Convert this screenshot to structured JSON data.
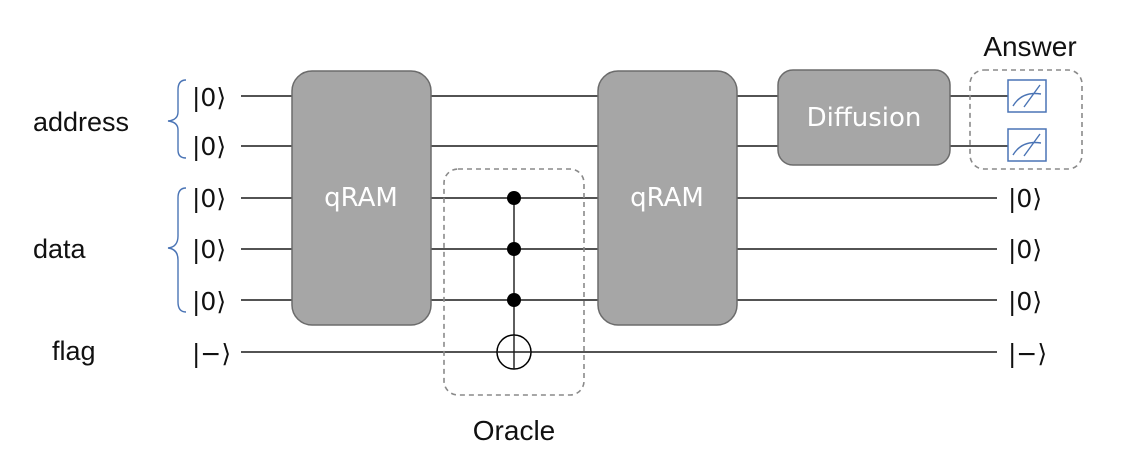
{
  "registers": {
    "address": "address",
    "data": "data",
    "flag": "flag"
  },
  "input_kets": [
    "|0⟩",
    "|0⟩",
    "|0⟩",
    "|0⟩",
    "|0⟩",
    "|−⟩"
  ],
  "output_kets": [
    "|0⟩",
    "|0⟩",
    "|0⟩",
    "|−⟩"
  ],
  "gates": {
    "qram_1": "qRAM",
    "qram_2": "qRAM",
    "diffusion": "Diffusion"
  },
  "captions": {
    "oracle": "Oracle",
    "answer": "Answer"
  },
  "colors": {
    "gate_fill": "#a6a6a6",
    "brace_and_meter": "#4a74b5"
  },
  "icons": {
    "measurement": "meter-icon",
    "control": "control-dot-icon",
    "target": "cnot-target-icon"
  }
}
